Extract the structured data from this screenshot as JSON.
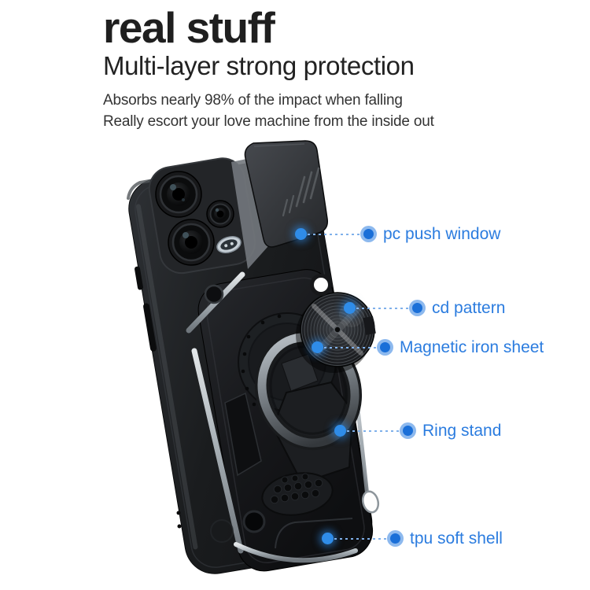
{
  "header": {
    "title": "real stuff",
    "subtitle": "Multi-layer strong protection",
    "description": [
      "Absorbs nearly 98% of the impact when falling",
      "Really escort your love machine from the inside out"
    ]
  },
  "callouts": [
    {
      "label": "pc push window"
    },
    {
      "label": "cd pattern"
    },
    {
      "label": "Magnetic iron sheet"
    },
    {
      "label": "Ring stand"
    },
    {
      "label": "tpu soft shell"
    }
  ],
  "product": {
    "description": "black armor phone case with sliding camera cover, CD-pattern magnetic plate and ring kickstand"
  },
  "colors": {
    "background": "#ffffff",
    "title_text": "#1f1f1f",
    "body_text": "#333333",
    "label_blue": "#2b7cdf",
    "target_dot_blue": "#2f8ce8",
    "label_dot_blue": "#1a6fd8",
    "label_dot_ring": "#8db9ee"
  }
}
